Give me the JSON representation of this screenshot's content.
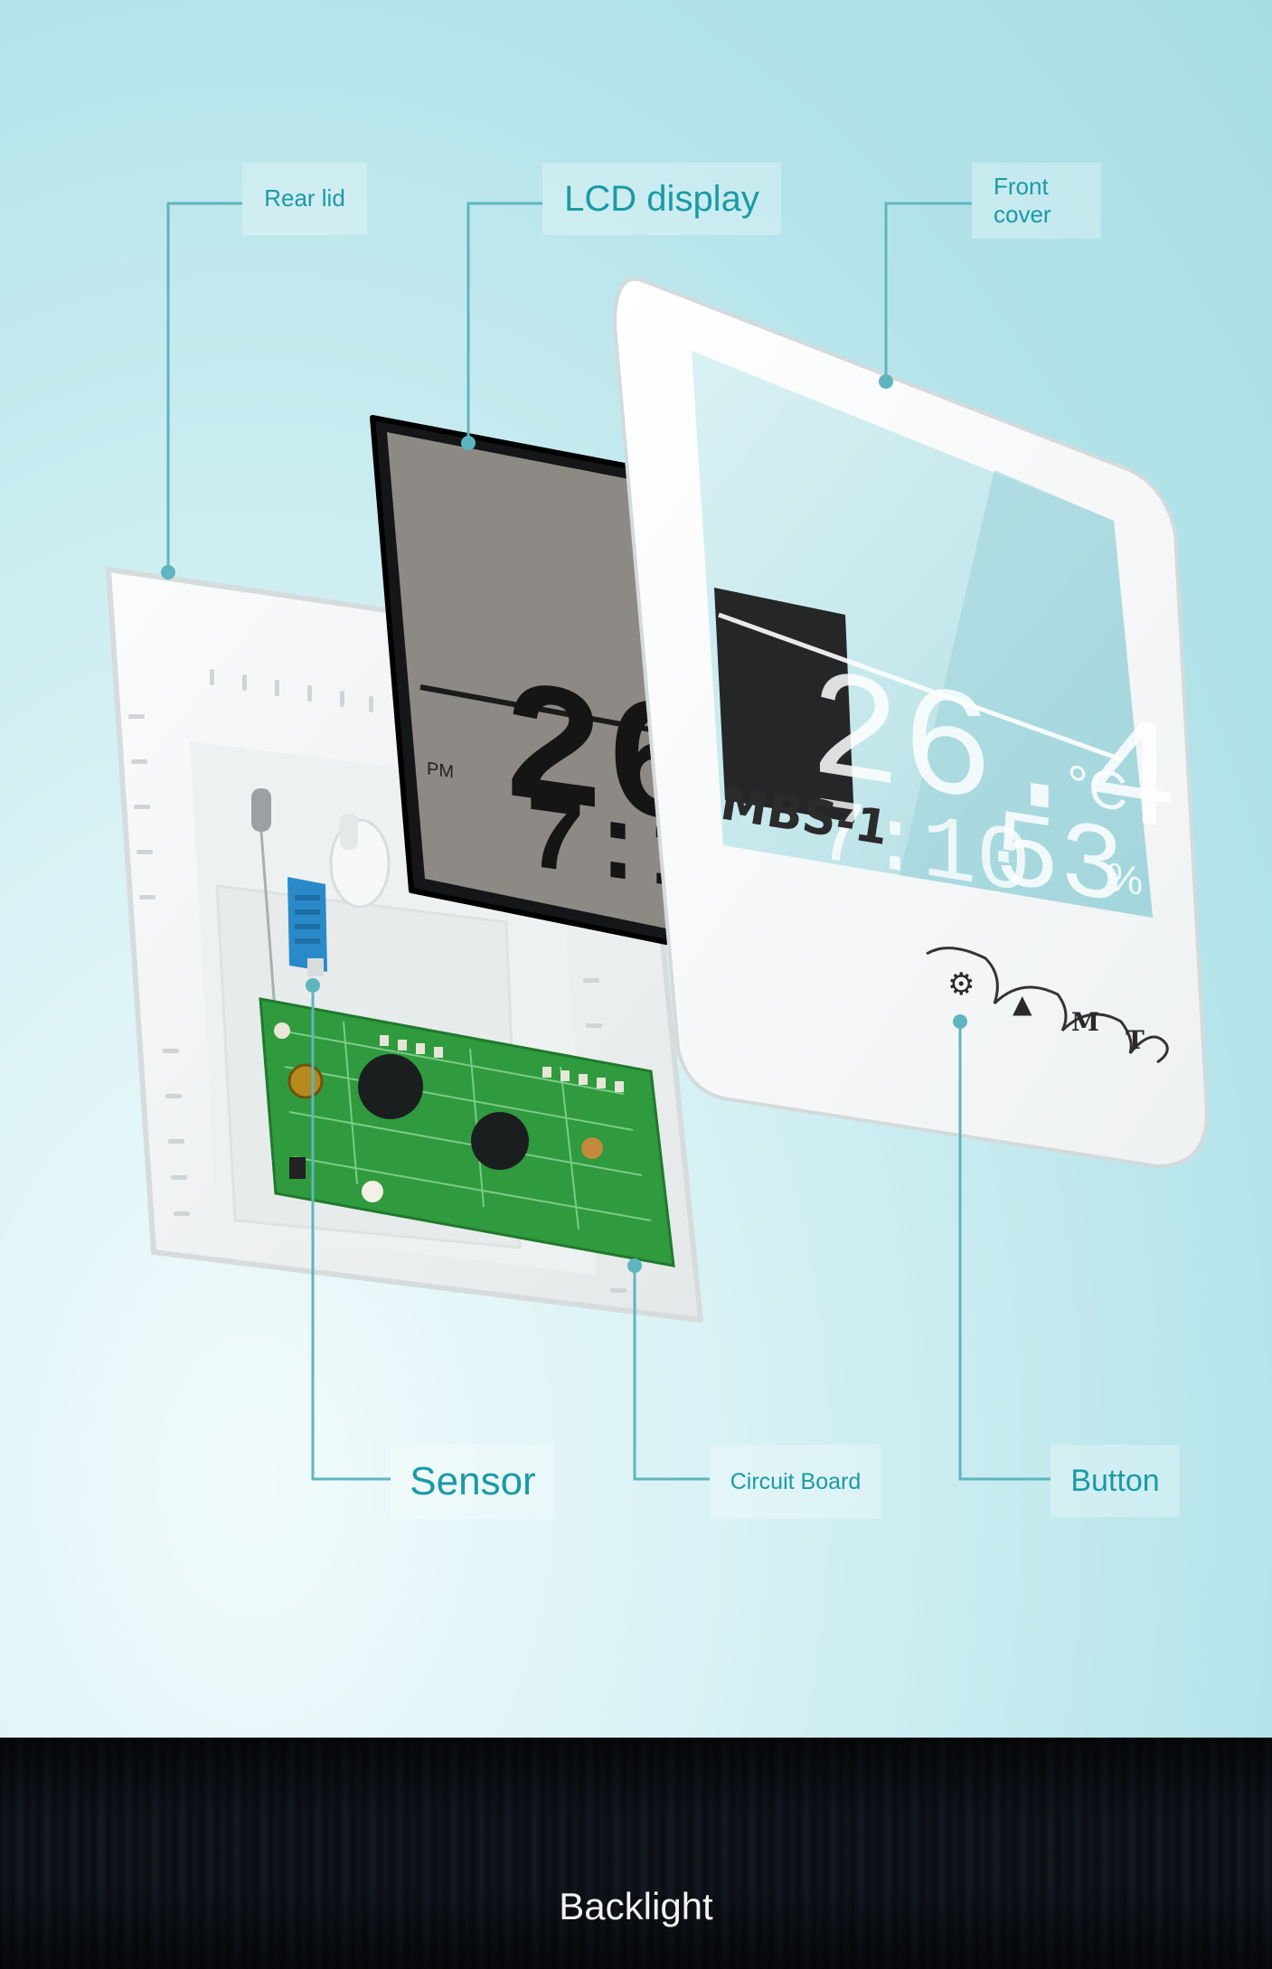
{
  "labels": {
    "rear_lid": "Rear lid",
    "lcd_display": "LCD display",
    "front_cover": "Front\ncover",
    "sensor": "Sensor",
    "circuit_board": "Circuit Board",
    "button": "Button"
  },
  "device": {
    "model": "MBS-1",
    "lcd_temp": "26",
    "lcd_time": "7:10",
    "lcd_pm": "PM",
    "front_temp": "26.4",
    "front_temp_unit": "°C",
    "front_time": "7:10",
    "front_humidity": "53",
    "front_humidity_unit": "%",
    "buttons": [
      "⚙",
      "▲",
      "M",
      "T"
    ]
  },
  "footer": {
    "title": "Backlight"
  },
  "colors": {
    "label_text": "#1a9aa6",
    "leader_line": "#5fb5be",
    "pcb": "#2f9a3e",
    "background_top": "#b5e4ea",
    "background_bottom": "#0c0f14"
  }
}
